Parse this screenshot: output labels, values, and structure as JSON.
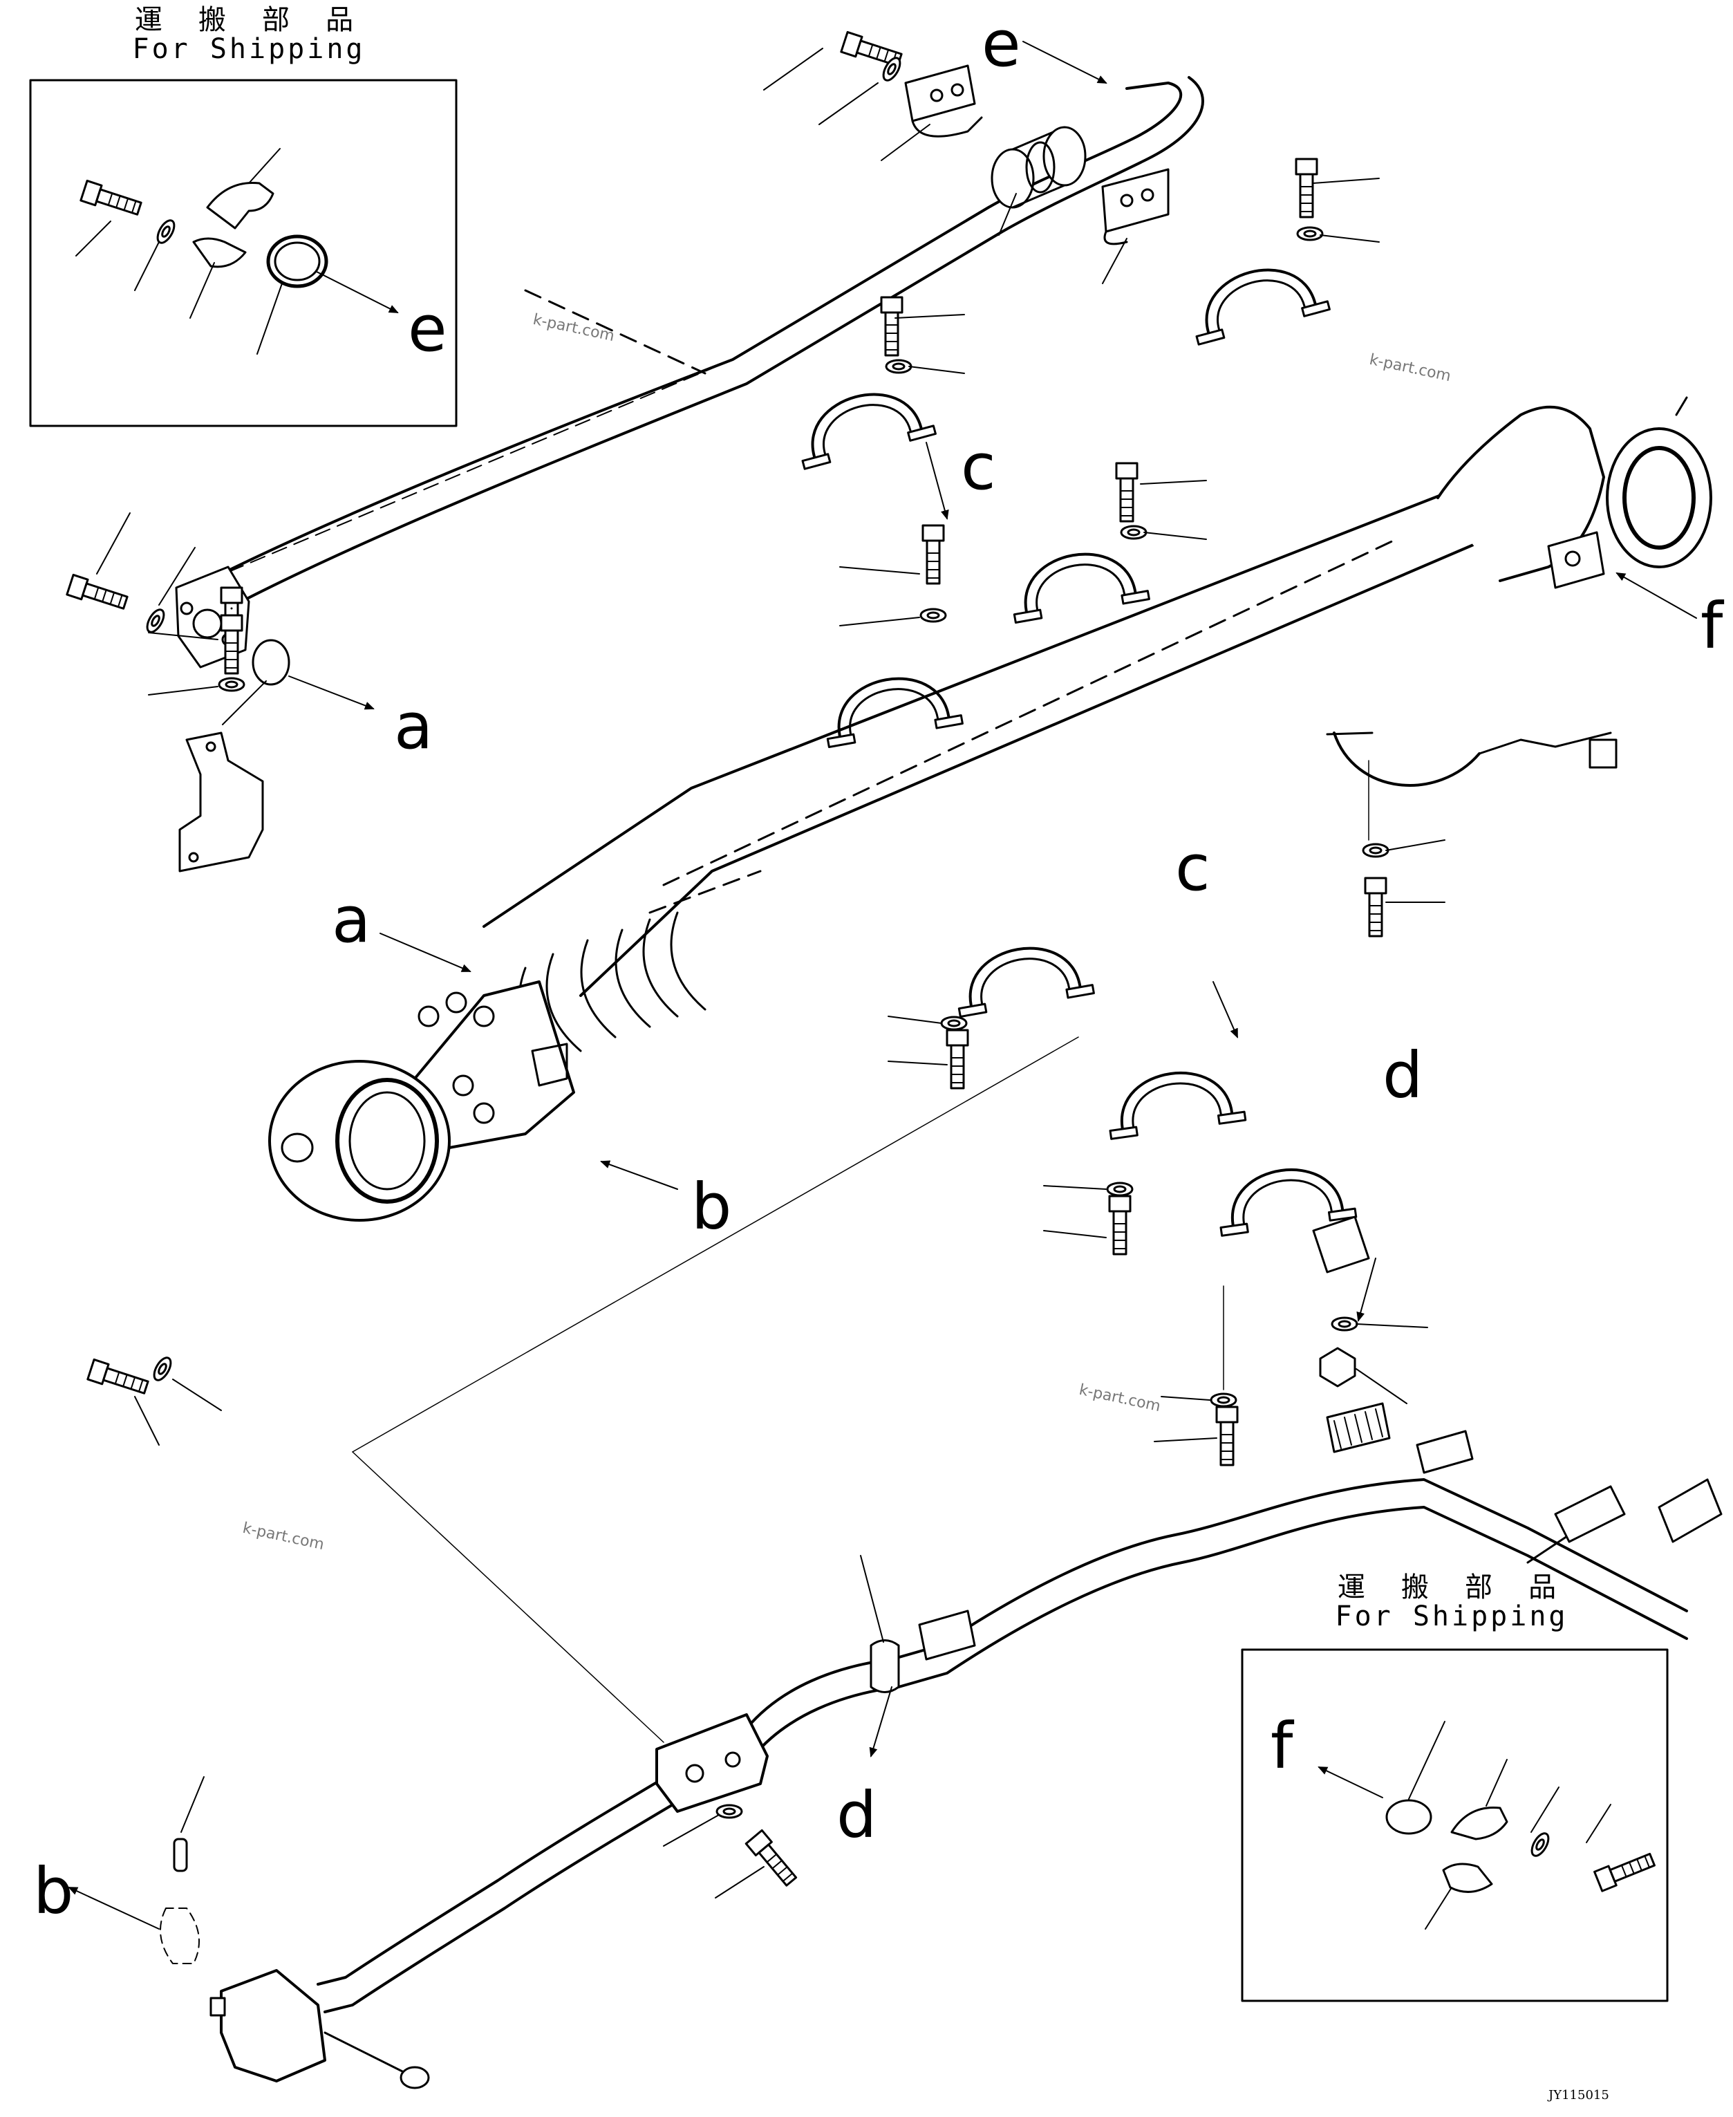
{
  "shipping_box_1": {
    "title_ja": "運 搬 部 品",
    "title_en": "For Shipping"
  },
  "shipping_box_2": {
    "title_ja": "運 搬 部 品",
    "title_en": "For Shipping"
  },
  "callouts": {
    "a_target": "a",
    "a_source": "a",
    "b_target": "b",
    "b_source": "b",
    "c_upper": "c",
    "c_lower": "c",
    "d_upper": "d",
    "d_lower": "d",
    "e_hose": "e",
    "e_box": "e",
    "f_cyl": "f",
    "f_box": "f"
  },
  "watermarks": [
    "k-part.com",
    "k-part.com",
    "k-part.com",
    "k-part.com"
  ],
  "drawing_code": "JY115015"
}
